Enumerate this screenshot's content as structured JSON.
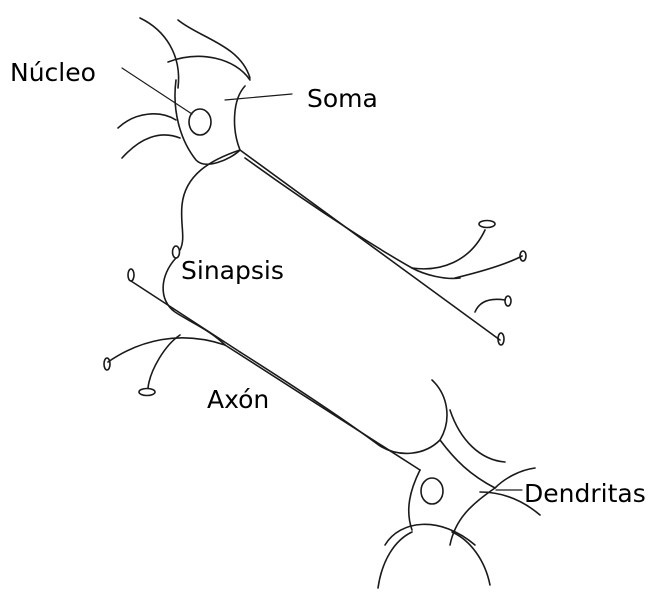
{
  "labels": {
    "nucleus": "Núcleo",
    "soma": "Soma",
    "synapse": "Sinapsis",
    "axon": "Axón",
    "dendrites": "Dendritas"
  },
  "colors": {
    "stroke": "#1a1a1a",
    "background": "#ffffff"
  }
}
